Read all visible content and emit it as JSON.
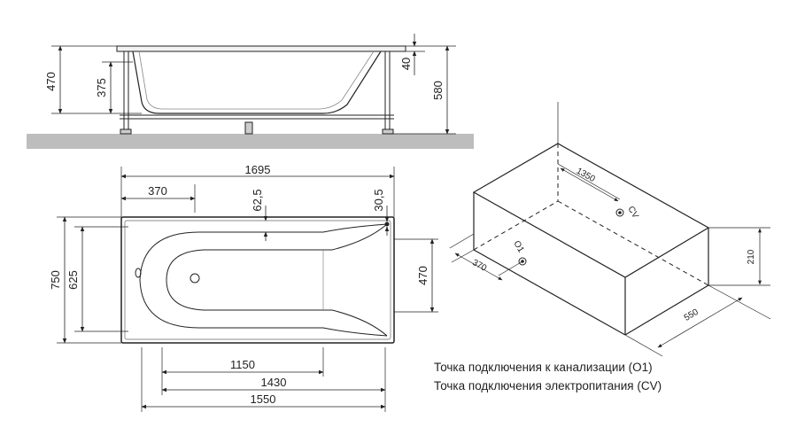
{
  "side_view": {
    "dims": {
      "total_height": "470",
      "inner_depth": "375",
      "rim_thickness": "40",
      "max_height": "580"
    }
  },
  "top_view": {
    "dims": {
      "overall_length": "1695",
      "drain_offset": "370",
      "rim_offset_a": "62,5",
      "rim_offset_b": "30,5",
      "overall_width": "750",
      "inner_width": "625",
      "bottom_width": "470",
      "bottom_length": "1150",
      "frame_length_a": "1430",
      "frame_length_b": "1550"
    }
  },
  "iso_view": {
    "dims": {
      "cv_offset": "1350",
      "cv_label": "CV",
      "o1_offset": "370",
      "o1_label": "O1",
      "box_height": "210",
      "box_width": "550"
    }
  },
  "legend": {
    "line1": "Точка подключения  к канализации (O1)",
    "line2": "Точка подключения  электропитания (CV)"
  }
}
